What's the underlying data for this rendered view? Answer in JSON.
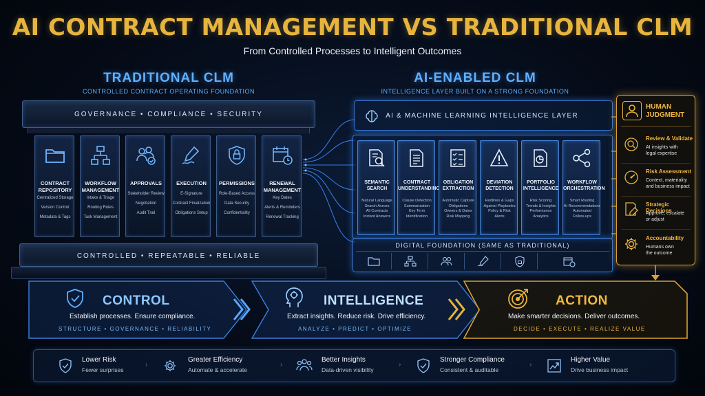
{
  "title": "AI CONTRACT MANAGEMENT VS TRADITIONAL CLM",
  "subtitle": "From Controlled Processes to Intelligent Outcomes",
  "traditional": {
    "title": "TRADITIONAL CLM",
    "subtitle": "CONTROLLED CONTRACT OPERATING FOUNDATION",
    "top_beam": "GOVERNANCE • COMPLIANCE • SECURITY",
    "base_beam": "CONTROLLED • REPEATABLE • RELIABLE",
    "pillars": [
      {
        "name_line1": "CONTRACT",
        "name_line2": "REPOSITORY",
        "icon": "folder-icon",
        "items": [
          "Centralized Storage",
          "Version Control",
          "Metadata & Tags"
        ]
      },
      {
        "name_line1": "WORKFLOW",
        "name_line2": "MANAGEMENT",
        "icon": "workflow-icon",
        "items": [
          "Intake & Triage",
          "Routing Rules",
          "Task Management"
        ]
      },
      {
        "name_line1": "APPROVALS",
        "name_line2": "",
        "icon": "people-check-icon",
        "items": [
          "Stakeholder Review",
          "Negotiation",
          "Audit Trail"
        ]
      },
      {
        "name_line1": "EXECUTION",
        "name_line2": "",
        "icon": "signature-pen-icon",
        "items": [
          "E-Signature",
          "Contract Finalization",
          "Obligations Setup"
        ]
      },
      {
        "name_line1": "PERMISSIONS",
        "name_line2": "",
        "icon": "shield-lock-icon",
        "items": [
          "Role-Based Access",
          "Data Security",
          "Confidentiality"
        ]
      },
      {
        "name_line1": "RENEWAL",
        "name_line2": "MANAGEMENT",
        "icon": "calendar-clock-icon",
        "items": [
          "Key Dates",
          "Alerts & Reminders",
          "Renewal Tracking"
        ]
      }
    ]
  },
  "ai": {
    "title": "AI-ENABLED CLM",
    "subtitle": "INTELLIGENCE LAYER BUILT ON A STRONG FOUNDATION",
    "top_layer": "AI & MACHINE LEARNING INTELLIGENCE LAYER",
    "foundation": "DIGITAL FOUNDATION (SAME AS TRADITIONAL)",
    "columns": [
      {
        "name_line1": "SEMANTIC",
        "name_line2": "SEARCH",
        "icon": "document-search-icon",
        "items": [
          "Natural Language",
          "Search Across",
          "All Contracts",
          "Instant Answers"
        ]
      },
      {
        "name_line1": "CONTRACT",
        "name_line2": "UNDERSTANDING",
        "icon": "document-icon",
        "items": [
          "Clause Detection",
          "Summarization",
          "Key Term",
          "Identification"
        ]
      },
      {
        "name_line1": "OBLIGATION",
        "name_line2": "EXTRACTION",
        "icon": "checklist-icon",
        "items": [
          "Automatic Capture",
          "Obligations",
          "Owners & Dates",
          "Risk Mapping"
        ]
      },
      {
        "name_line1": "DEVIATION",
        "name_line2": "DETECTION",
        "icon": "warning-icon",
        "items": [
          "Redlines & Gaps",
          "Against Playbooks",
          "Policy & Risk",
          "Alerts"
        ]
      },
      {
        "name_line1": "PORTFOLIO",
        "name_line2": "INTELLIGENCE",
        "icon": "document-chart-icon",
        "items": [
          "Risk Scoring",
          "Trends & Insights",
          "Performance",
          "Analytics"
        ]
      },
      {
        "name_line1": "WORKFLOW",
        "name_line2": "ORCHESTRATION",
        "icon": "network-nodes-icon",
        "items": [
          "Smart Routing",
          "AI Recommendations",
          "Automated",
          "Follow-ups"
        ]
      }
    ],
    "foundation_icons": [
      "folder-icon",
      "workflow-icon",
      "people-icon",
      "signature-pen-icon",
      "shield-lock-icon",
      "calendar-clock-icon"
    ]
  },
  "human": {
    "title_line1": "HUMAN",
    "title_line2": "JUDGMENT",
    "items": [
      {
        "title": "Review & Validate",
        "line1": "AI insights with",
        "line2": "legal expertise",
        "icon": "magnifier-check-icon"
      },
      {
        "title": "Risk Assessment",
        "line1": "Context, materiality",
        "line2": "and business impact",
        "icon": "gauge-icon"
      },
      {
        "title": "Strategic Decisions",
        "line1": "Approve, escalate",
        "line2": "or adjust",
        "icon": "document-pen-icon"
      },
      {
        "title": "Accountability",
        "line1": "Humans own",
        "line2": "the outcome",
        "icon": "gear-icon"
      }
    ]
  },
  "banners": [
    {
      "title": "CONTROL",
      "text": "Establish processes. Ensure compliance.",
      "keywords": "STRUCTURE • GOVERNANCE • RELIABILITY",
      "icon": "shield-check-icon"
    },
    {
      "title": "INTELLIGENCE",
      "text": "Extract insights. Reduce risk. Drive efficiency.",
      "keywords": "ANALYZE • PREDICT • OPTIMIZE",
      "icon": "ai-head-icon"
    },
    {
      "title": "ACTION",
      "text": "Make smarter decisions. Deliver outcomes.",
      "keywords": "DECIDE • EXECUTE • REALIZE VALUE",
      "icon": "target-icon"
    }
  ],
  "benefits": [
    {
      "title": "Lower Risk",
      "text": "Fewer surprises",
      "icon": "shield-check-icon"
    },
    {
      "title": "Greater Efficiency",
      "text": "Automate & accelerate",
      "icon": "gear-icon"
    },
    {
      "title": "Better Insights",
      "text": "Data-driven visibility",
      "icon": "people-icon"
    },
    {
      "title": "Stronger Compliance",
      "text": "Consistent & auditable",
      "icon": "shield-check-icon"
    },
    {
      "title": "Higher Value",
      "text": "Drive business impact",
      "icon": "growth-chart-icon"
    }
  ],
  "colors": {
    "gold": "#e7b43d",
    "blue": "#5fb0ff",
    "navy": "#050b17"
  }
}
